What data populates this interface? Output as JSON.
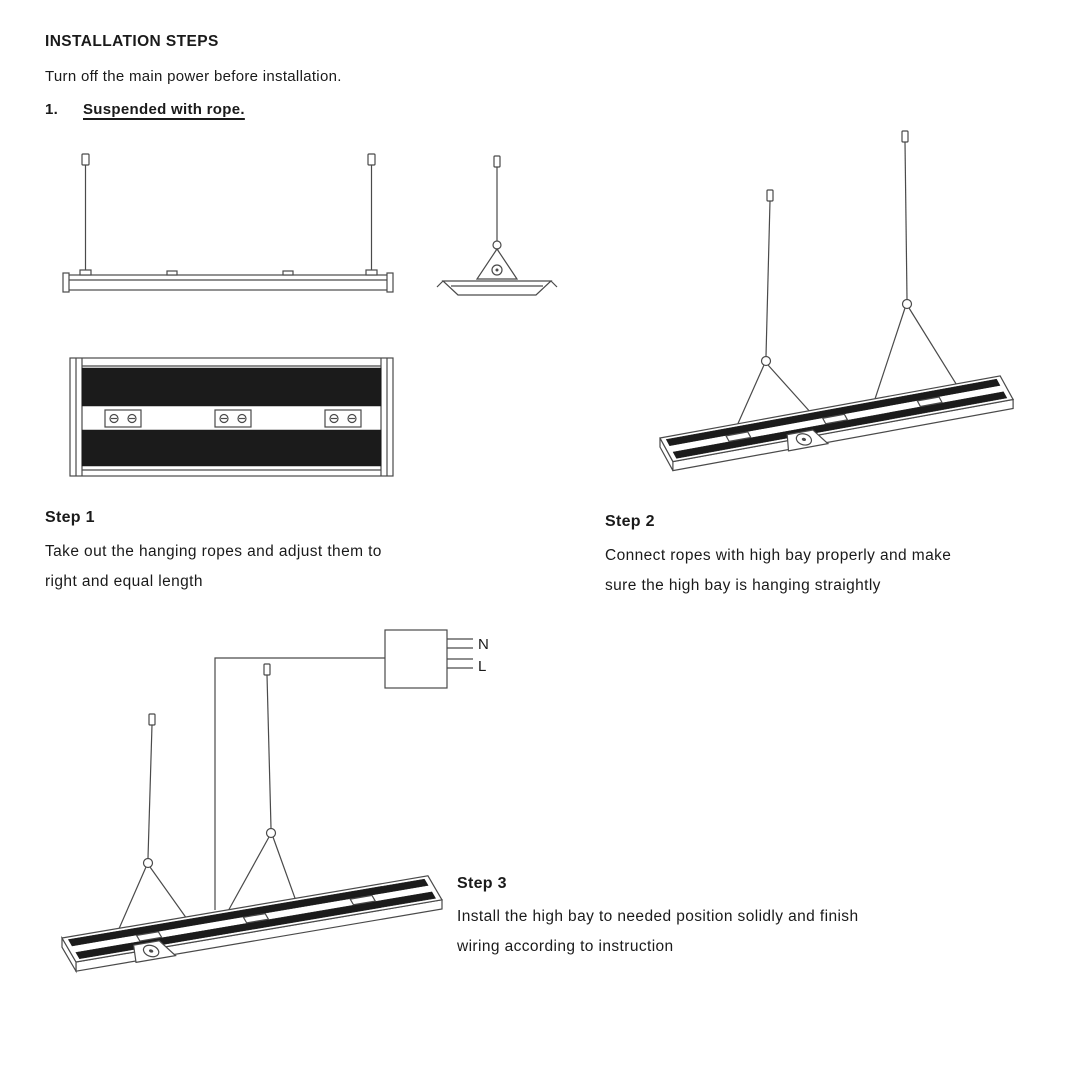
{
  "page": {
    "title": "INSTALLATION STEPS",
    "intro": "Turn off the main power before installation.",
    "section": {
      "number": "1.",
      "title": "Suspended with rope."
    }
  },
  "steps": [
    {
      "label": "Step 1",
      "line1": "Take out the hanging ropes and adjust them to",
      "line2": "right and equal length"
    },
    {
      "label": "Step 2",
      "line1": "Connect ropes with high bay properly and make",
      "line2": "sure the high bay is hanging straightly"
    },
    {
      "label": "Step 3",
      "line1": "Install the high bay to needed position solidly and finish",
      "line2": "wiring according to instruction"
    }
  ],
  "wiring": {
    "neutral": "N",
    "live": "L"
  },
  "colors": {
    "line": "#4a4a4a",
    "panel": "#1b1b1b",
    "text": "#1a1a1a",
    "background": "#ffffff"
  }
}
